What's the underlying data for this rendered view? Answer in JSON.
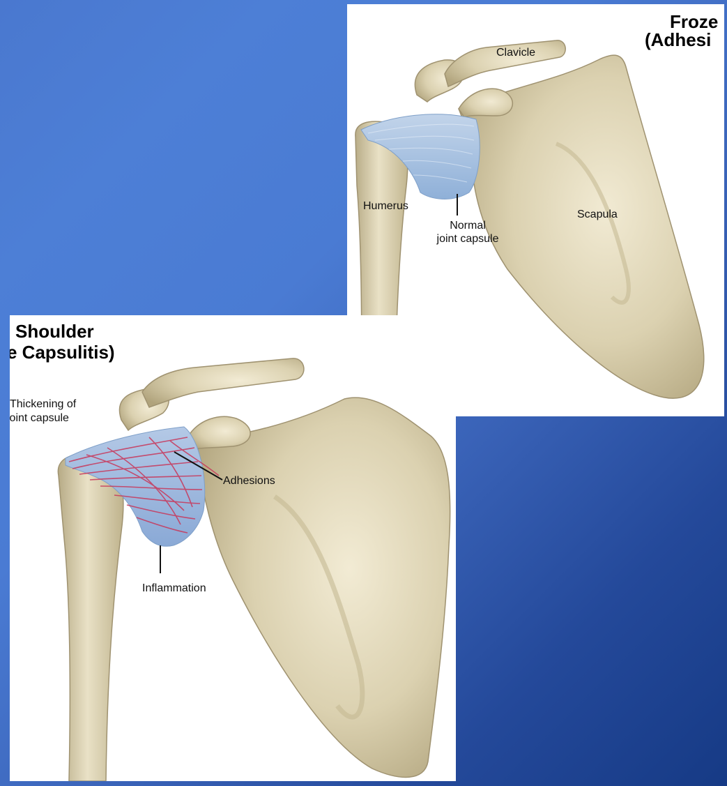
{
  "colors": {
    "background_start": "#4d7fd6",
    "background_end": "#163a85",
    "bone": "#d8cfae",
    "normal_capsule": "#a9c3e2",
    "inflamed_fibers": "#c8375a"
  },
  "normal_panel": {
    "title_line1": "Froze",
    "title_line2": "(Adhesi",
    "labels": {
      "clavicle": "Clavicle",
      "humerus": "Humerus",
      "scapula": "Scapula",
      "capsule_line1": "Normal",
      "capsule_line2": "joint capsule"
    }
  },
  "frozen_panel": {
    "title_line1": "Shoulder",
    "title_line2": "e Capsulitis)",
    "labels": {
      "thickening_line1": "Thickening of",
      "thickening_line2": "joint capsule",
      "adhesions": "Adhesions",
      "inflammation": "Inflammation"
    }
  }
}
